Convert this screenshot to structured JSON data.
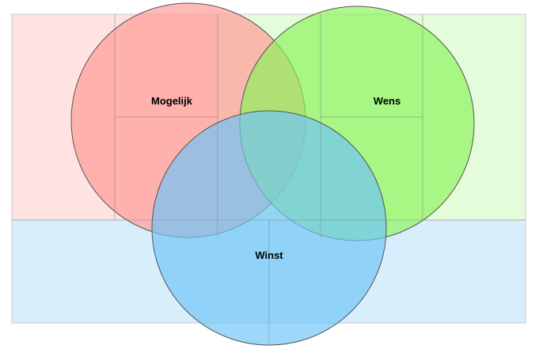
{
  "diagram": {
    "circles": [
      {
        "key": "mogelijk",
        "label": "Mogelijk",
        "fill": "#ff9a95",
        "stroke": "#555555"
      },
      {
        "key": "wens",
        "label": "Wens",
        "fill": "#8cf35a",
        "stroke": "#555555"
      },
      {
        "key": "winst",
        "label": "Winst",
        "fill": "#6fc4f7",
        "stroke": "#555555"
      }
    ],
    "background_regions": {
      "red_tint": "#ffe3e3",
      "green_tint": "#e4fcd9",
      "blue_tint": "#d8eefc",
      "grid_line": "#aaaaaa"
    }
  }
}
